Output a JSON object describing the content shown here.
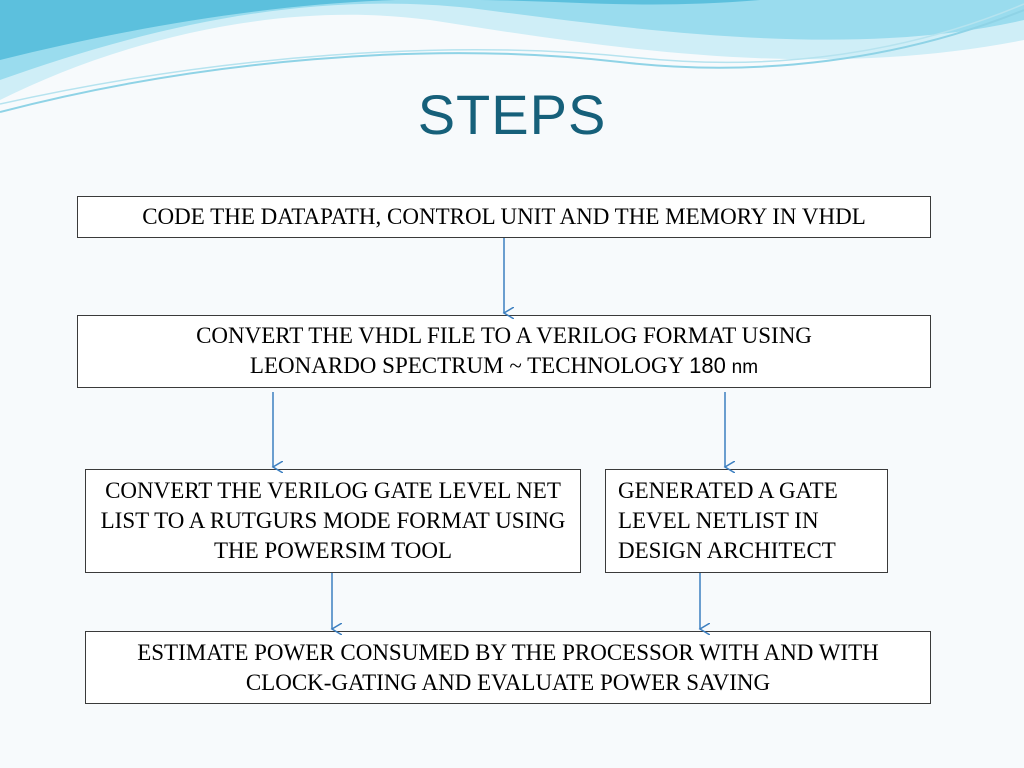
{
  "slide": {
    "title": "STEPS"
  },
  "steps": {
    "step1": "CODE THE DATAPATH, CONTROL UNIT AND THE MEMORY IN VHDL",
    "step2_line1": "CONVERT THE VHDL FILE TO A VERILOG FORMAT  USING",
    "step2_line2": "LEONARDO SPECTRUM ~ TECHNOLOGY ",
    "step2_value": "180",
    "step2_unit": "nm",
    "step3_left": "CONVERT THE VERILOG GATE LEVEL NET LIST TO A RUTGURS MODE FORMAT USING THE POWERSIM TOOL",
    "step3_right": "GENERATED A GATE LEVEL NETLIST IN DESIGN ARCHITECT",
    "step4": "ESTIMATE POWER CONSUMED BY THE PROCESSOR WITH AND WITH CLOCK-GATING AND EVALUATE POWER SAVING"
  },
  "colors": {
    "title": "#16607a",
    "arrow": "#3c7fc0",
    "wave_light": "#bfe6f1",
    "wave_mid": "#7dcde4",
    "wave_dark": "#3fb0d2"
  }
}
